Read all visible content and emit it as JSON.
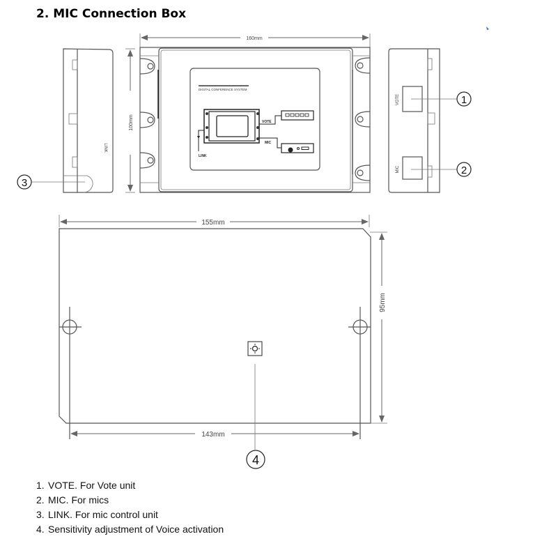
{
  "title": "2. MIC Connection Box",
  "drawing": {
    "dim_front_width": "160mm",
    "dim_front_height": "100mm",
    "panel_header": "DIGITAL CONFERENCE SYSTEM",
    "panel_vote": "VOTE",
    "panel_mic": "MIC",
    "panel_link": "LINK",
    "side_link": "LINK",
    "side_vote": "VOTE",
    "side_mic": "MIC",
    "dim_plate_width": "155mm",
    "dim_plate_height": "95mm",
    "dim_hole_spacing": "143mm",
    "callouts": [
      "1",
      "2",
      "3",
      "4"
    ]
  },
  "legend": [
    {
      "num": "1.",
      "text": "VOTE. For Vote unit"
    },
    {
      "num": "2.",
      "text": "MIC. For mics"
    },
    {
      "num": "3.",
      "text": "LINK. For mic control unit"
    },
    {
      "num": "4.",
      "text": "Sensitivity adjustment of Voice activation"
    }
  ]
}
